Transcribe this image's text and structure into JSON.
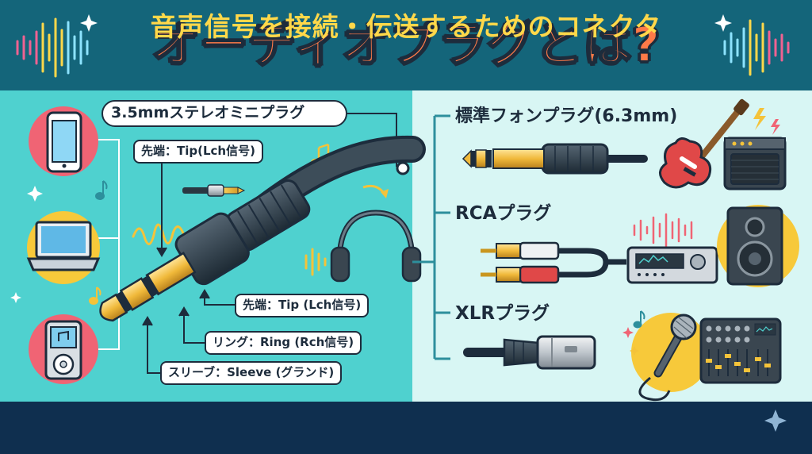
{
  "title": "オーディオプラグとは?",
  "main_label": "3.5mmステレオミニプラグ",
  "left_labels": {
    "tip_top": "先端：Tip(Lch信号)",
    "tip": "先端：Tip (Lch信号)",
    "ring": "リング：Ring (Rch信号)",
    "sleeve": "スリーブ：Sleeve (グランド)"
  },
  "right_labels": {
    "standard": "標準フォンプラグ(6.3mm)",
    "rca": "RCAプラグ",
    "xlr": "XLRプラグ"
  },
  "footer": "音声信号を接続・伝送するためのコネクタ",
  "colors": {
    "header_bg": "#14657a",
    "left_bg": "#4fd1cf",
    "right_bg": "#d8f6f4",
    "footer_bg": "#0f2f4f",
    "title_orange": "#ff7a48",
    "footer_yellow": "#ffd84a",
    "outline": "#1d2c3c"
  },
  "icons": [
    "smartphone-icon",
    "laptop-icon",
    "music-player-icon",
    "headphones-icon",
    "mini-plug-icon",
    "phone-plug-icon",
    "rca-plug-icon",
    "xlr-plug-icon",
    "electric-guitar-icon",
    "guitar-amp-icon",
    "audio-receiver-icon",
    "speaker-icon",
    "microphone-icon",
    "mixer-icon",
    "music-note-icon",
    "sparkle-icon"
  ]
}
